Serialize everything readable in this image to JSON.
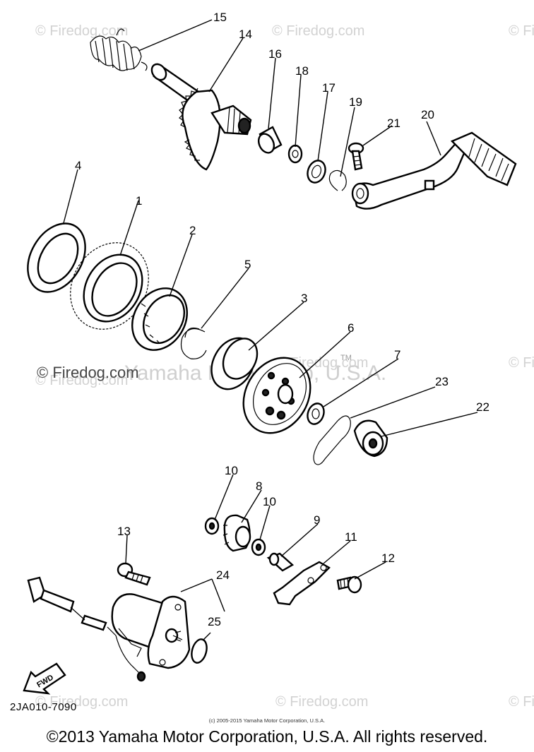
{
  "watermarks": {
    "small": "© Firedog.com",
    "center": "© Firedog.com",
    "company": "Yamaha Motor Corp, U.S.A.",
    "tm": "TM"
  },
  "callouts": [
    {
      "id": "1",
      "label": "1"
    },
    {
      "id": "2",
      "label": "2"
    },
    {
      "id": "3",
      "label": "3"
    },
    {
      "id": "4",
      "label": "4"
    },
    {
      "id": "5",
      "label": "5"
    },
    {
      "id": "6",
      "label": "6"
    },
    {
      "id": "7",
      "label": "7"
    },
    {
      "id": "8",
      "label": "8"
    },
    {
      "id": "9",
      "label": "9"
    },
    {
      "id": "10a",
      "label": "10"
    },
    {
      "id": "10b",
      "label": "10"
    },
    {
      "id": "11",
      "label": "11"
    },
    {
      "id": "12",
      "label": "12"
    },
    {
      "id": "13",
      "label": "13"
    },
    {
      "id": "14",
      "label": "14"
    },
    {
      "id": "15",
      "label": "15"
    },
    {
      "id": "16",
      "label": "16"
    },
    {
      "id": "17",
      "label": "17"
    },
    {
      "id": "18",
      "label": "18"
    },
    {
      "id": "19",
      "label": "19"
    },
    {
      "id": "20",
      "label": "20"
    },
    {
      "id": "21",
      "label": "21"
    },
    {
      "id": "22",
      "label": "22"
    },
    {
      "id": "23",
      "label": "23"
    },
    {
      "id": "24",
      "label": "24"
    },
    {
      "id": "25",
      "label": "25"
    }
  ],
  "fwd_label": "FWD",
  "doc_code": "2JA010-7090",
  "small_copyright": "(c) 2005-2015 Yamaha Motor Corporation, U.S.A.",
  "main_copyright": "©2013 Yamaha Motor Corporation, U.S.A. All rights reserved."
}
